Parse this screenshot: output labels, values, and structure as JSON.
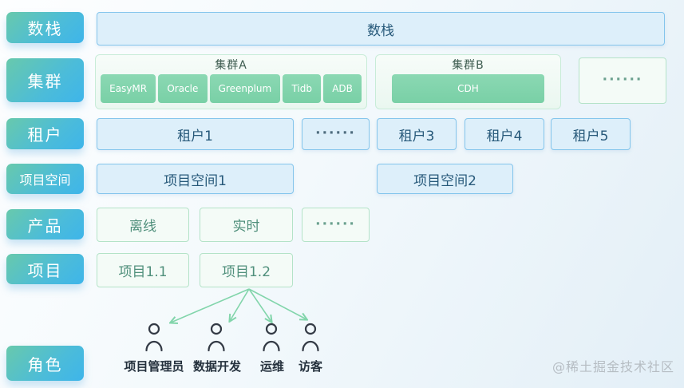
{
  "colors": {
    "pill_gradient_start": "#68c9ac",
    "pill_gradient_end": "#3eb5ea",
    "chip_green": "#7fd3a9",
    "panel_border_green": "#c8ecd8",
    "box_border_green": "#b4e3c8",
    "box_border_blue": "#84c5ec",
    "box_fill_blue": "#ddeffa",
    "arrow_green": "#82d5ab"
  },
  "sidebar": {
    "items": [
      {
        "label": "数栈"
      },
      {
        "label": "集群"
      },
      {
        "label": "租户"
      },
      {
        "label": "项目空间"
      },
      {
        "label": "产品"
      },
      {
        "label": "项目"
      },
      {
        "label": "角色"
      }
    ]
  },
  "rows": {
    "stack": {
      "label": "数栈"
    },
    "cluster": {
      "groups": [
        {
          "title": "集群A",
          "chips": [
            "EasyMR",
            "Oracle",
            "Greenplum",
            "Tidb",
            "ADB"
          ]
        },
        {
          "title": "集群B",
          "chips": [
            "CDH"
          ]
        }
      ],
      "ellipsis": "......"
    },
    "tenant": {
      "items": [
        "租户1",
        "......",
        "租户3",
        "租户4",
        "租户5"
      ]
    },
    "workspace": {
      "items": [
        "项目空间1",
        "项目空间2"
      ]
    },
    "product": {
      "items": [
        "离线",
        "实时",
        "......"
      ]
    },
    "project": {
      "items": [
        "项目1.1",
        "项目1.2"
      ]
    },
    "roles": {
      "items": [
        "项目管理员",
        "数据开发",
        "运维",
        "访客"
      ]
    }
  },
  "watermark": "@稀土掘金技术社区"
}
